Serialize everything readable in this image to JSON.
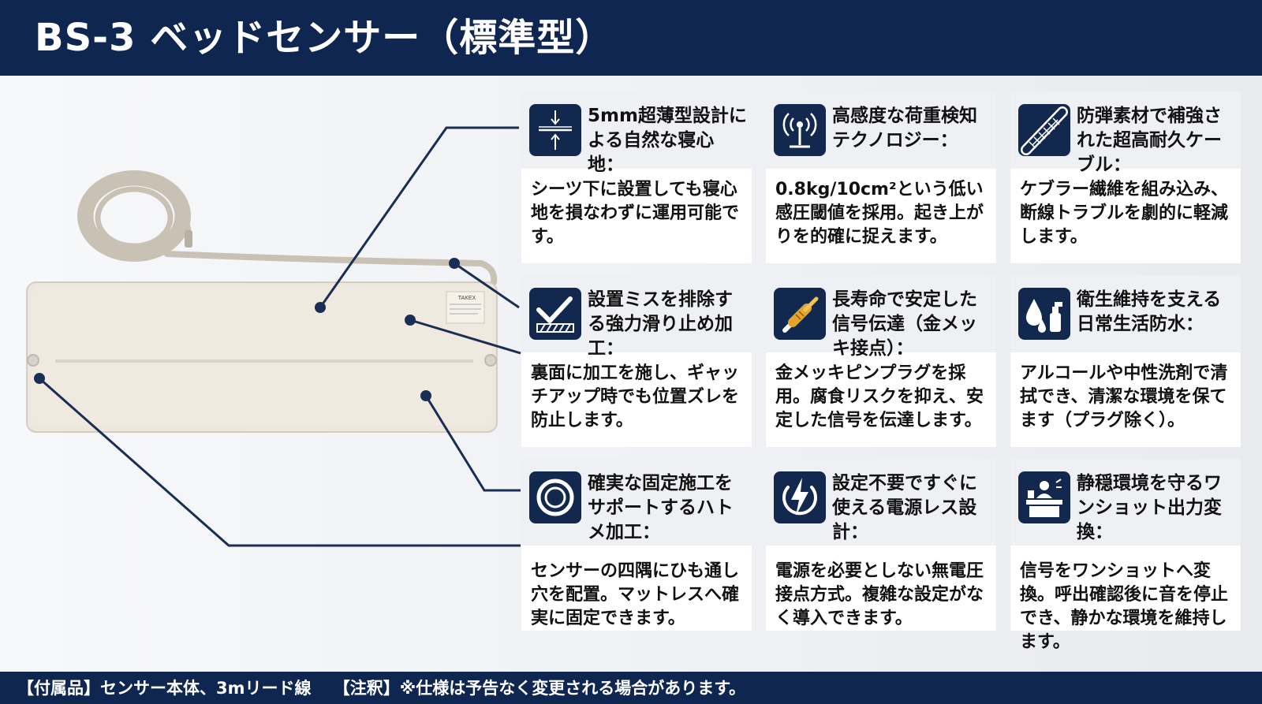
{
  "header": {
    "title": "BS-3 ベッドセンサー（標準型）"
  },
  "product": {
    "label_brand": "TAKEX",
    "colors": {
      "pad": "#ece6dc",
      "cable": "#c9c1b3",
      "leader_line": "#1a2d52"
    }
  },
  "features": [
    {
      "icon": "thin-profile-arrows-icon",
      "title": "5mm超薄型設計による自然な寝心地：",
      "body": "シーツ下に設置しても寝心地を損なわずに運用可能です。"
    },
    {
      "icon": "antenna-signal-icon",
      "title": "高感度な荷重検知テクノロジー：",
      "body": "0.8kg/10cm²という低い感圧閾値を採用。起き上がりを的確に捉えます。"
    },
    {
      "icon": "reinforced-cable-icon",
      "title": "防弾素材で補強された超高耐久ケーブル：",
      "body": "ケブラー繊維を組み込み、断線トラブルを劇的に軽減します。"
    },
    {
      "icon": "checkmark-non-slip-icon",
      "title": "設置ミスを排除する強力滑り止め加工：",
      "body": "裏面に加工を施し、ギャッチアップ時でも位置ズレを防止します。"
    },
    {
      "icon": "gold-plug-icon",
      "title": "長寿命で安定した信号伝達（金メッキ接点）：",
      "body": "金メッキピンプラグを採用。腐食リスクを抑え、安定した信号を伝達します。"
    },
    {
      "icon": "water-drop-spray-icon",
      "title": "衛生維持を支える日常生活防水：",
      "body": "アルコールや中性洗剤で清拭でき、清潔な環境を保てます（プラグ除く）。"
    },
    {
      "icon": "grommet-ring-icon",
      "title": "確実な固定施工をサポートするハトメ加工：",
      "body": "センサーの四隅にひも通し穴を配置。マットレスへ確実に固定できます。"
    },
    {
      "icon": "lightning-power-icon",
      "title": "設定不要ですぐに使える電源レス設計：",
      "body": "電源を必要としない無電圧接点方式。複雑な設定がなく導入できます。"
    },
    {
      "icon": "quiet-desk-person-icon",
      "title": "静穏環境を守るワンショット出力変換：",
      "body": "信号をワンショットへ変換。呼出確認後に音を停止でき、静かな環境を維持します。"
    }
  ],
  "footer": {
    "text": "【付属品】センサー本体、3mリード線　 【注釈】※仕様は予告なく変更される場合があります。"
  },
  "colors": {
    "navy": "#0f2650",
    "card_head": "#eef0f3",
    "card_body": "#ffffff"
  }
}
